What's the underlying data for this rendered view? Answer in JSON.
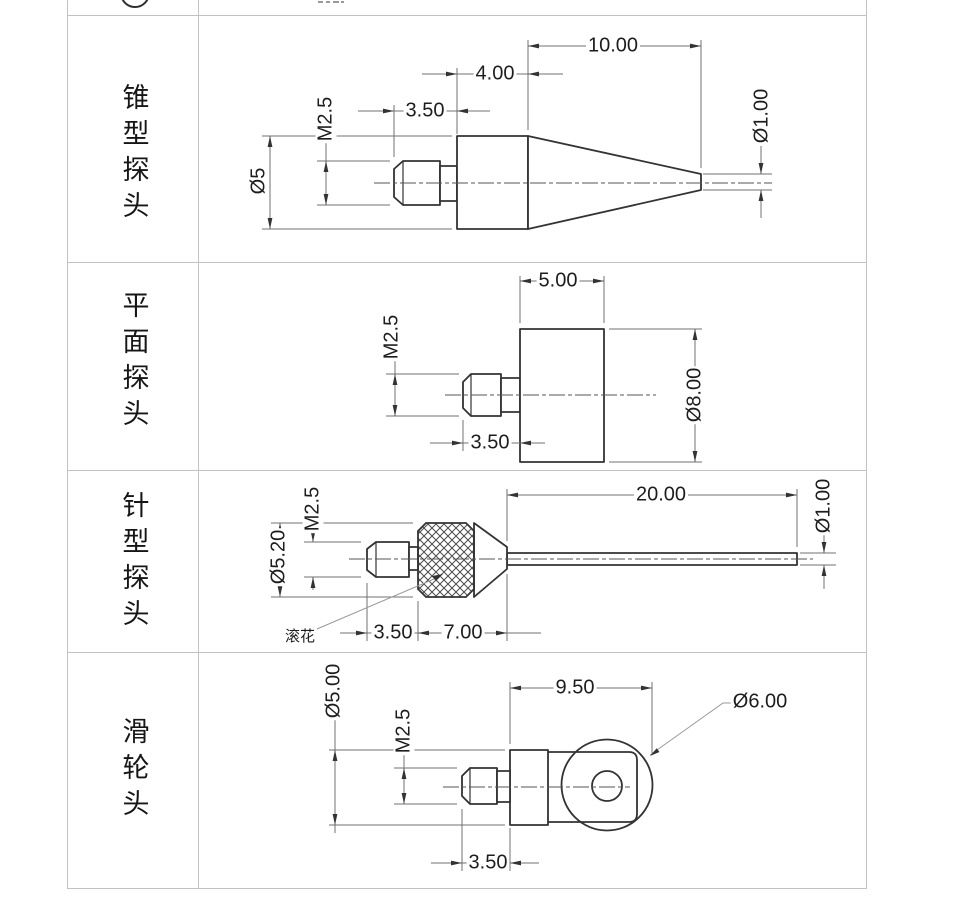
{
  "table": {
    "rows": [
      {
        "label": "锥型探头",
        "dims": {
          "cone_length": "10.00",
          "body_length": "4.00",
          "thread_length": "3.50",
          "thread_spec": "M2.5",
          "body_diameter": "Ø5",
          "tip_diameter": "Ø1.00"
        }
      },
      {
        "label": "平面探头",
        "dims": {
          "body_length": "5.00",
          "thread_spec": "M2.5",
          "thread_length": "3.50",
          "body_diameter": "Ø8.00"
        }
      },
      {
        "label": "针型探头",
        "dims": {
          "thread_spec": "M2.5",
          "collar_diameter": "Ø5.20",
          "needle_length": "20.00",
          "needle_diameter": "Ø1.00",
          "thread_length": "3.50",
          "collar_length": "7.00"
        },
        "annotation": "滚花"
      },
      {
        "label": "滑轮头",
        "dims": {
          "body_diameter": "Ø5.00",
          "thread_spec": "M2.5",
          "head_length": "9.50",
          "wheel_diameter": "Ø6.00",
          "thread_length": "3.50"
        }
      }
    ]
  }
}
